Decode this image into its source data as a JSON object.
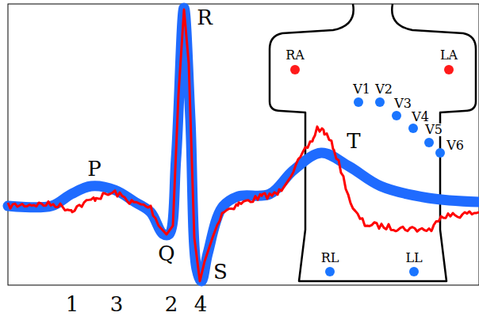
{
  "diagram": {
    "labels": [
      "R",
      "P",
      "Q",
      "S",
      "T",
      "1",
      "3",
      "2",
      "4",
      "RA",
      "LA",
      "V1",
      "V2",
      "V3",
      "V4",
      "V5",
      "V6",
      "RL",
      "LL"
    ]
  }
}
